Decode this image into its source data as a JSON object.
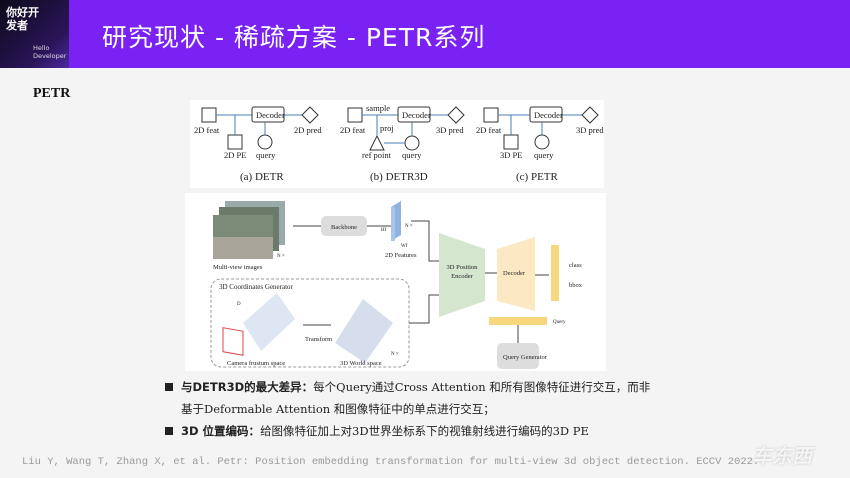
{
  "header": {
    "logo_cn": "你好开发者",
    "logo_en": "Hello Developer",
    "title": "研究现状 - 稀疏方案 - PETR系列"
  },
  "section_title": "PETR",
  "figure1": {
    "detr": {
      "feat": "2D feat",
      "decoder": "Decoder",
      "pred": "2D pred",
      "pe": "2D PE",
      "query": "query",
      "caption": "(a) DETR"
    },
    "detr3d": {
      "feat": "2D feat",
      "sample": "sample",
      "proj": "proj",
      "decoder": "Decoder",
      "pred": "3D pred",
      "ref": "ref point",
      "query": "query",
      "caption": "(b) DETR3D"
    },
    "petr": {
      "feat": "2D feat",
      "decoder": "Decoder",
      "pred": "3D pred",
      "pe": "3D PE",
      "query": "query",
      "caption": "(c) PETR"
    }
  },
  "figure2": {
    "images": "Multi-view images",
    "nv": "N ×",
    "backbone": "Backbone",
    "features": "2D Features",
    "hf": "Hf",
    "wf": "Wf",
    "coords": "3D Coordinates Generator",
    "d": "D",
    "transform": "Transform",
    "frustum": "Camera frustum space",
    "world": "3D World space",
    "encoder": "3D Position Encoder",
    "decoder": "Decoder",
    "class": "class",
    "bbox": "bbox",
    "query": "Query",
    "query_gen": "Query Generator"
  },
  "bullets": [
    {
      "bold": "与DETR3D的最大差异：",
      "text": "每个Query通过Cross Attention 和所有图像特征进行交互，而非",
      "cont": "基于Deformable Attention 和图像特征中的单点进行交互；"
    },
    {
      "bold": "3D 位置编码：",
      "text": "给图像特征加上对3D世界坐标系下的视锥射线进行编码的3D PE"
    }
  ],
  "citation": "Liu Y, Wang T, Zhang X, et al. Petr: Position embedding transformation for multi-view 3d object detection. ECCV 2022.",
  "watermark": "车东西"
}
